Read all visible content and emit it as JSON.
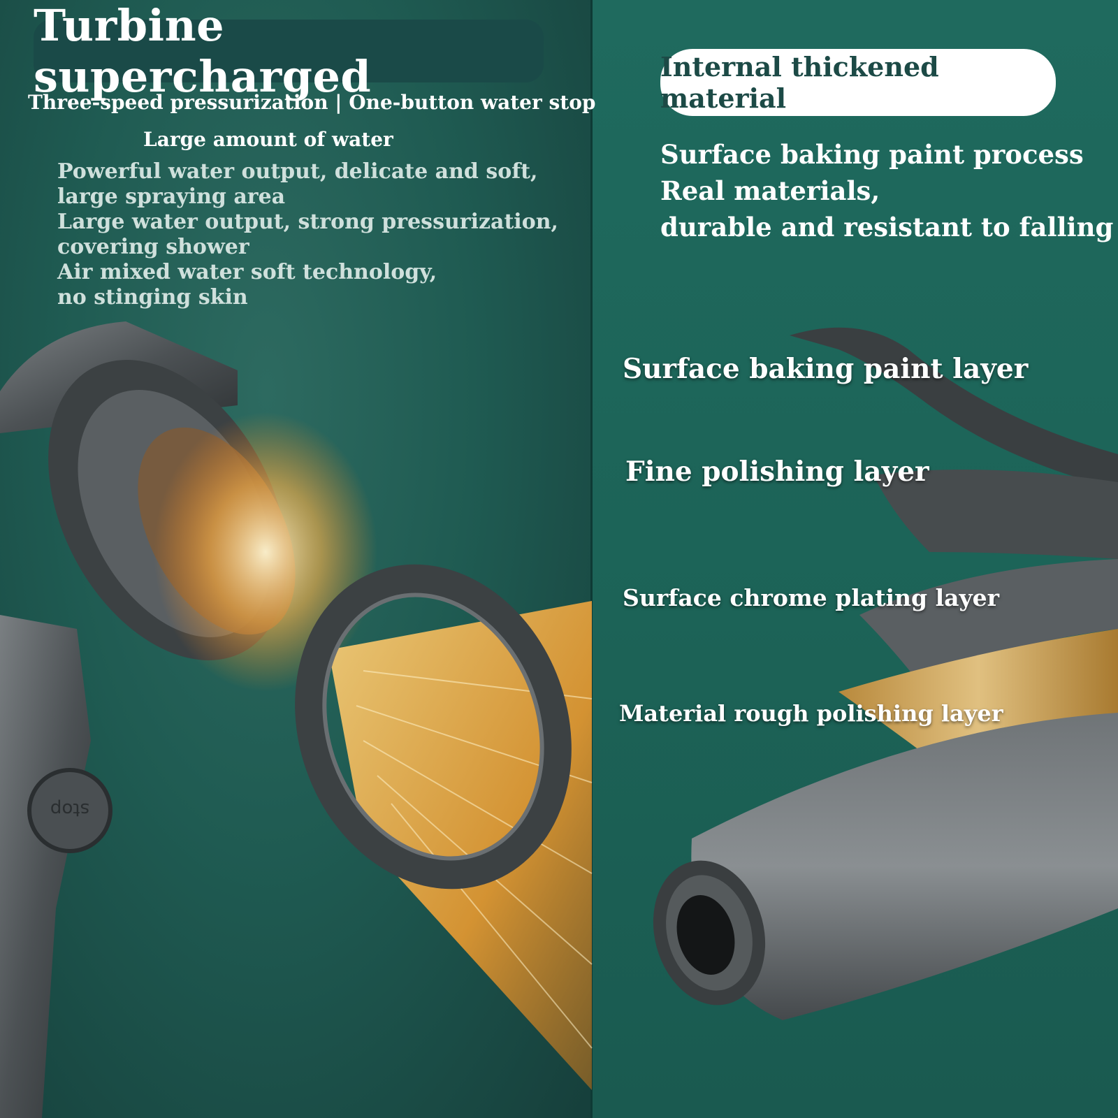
{
  "left": {
    "title": "Turbine supercharged",
    "subtitle": "Three-speed pressurization | One-button water stop",
    "subtitle2": "Large amount of water",
    "features": [
      "Powerful water output, delicate and soft,",
      "large spraying area",
      "Large water output, strong pressurization,",
      "covering shower",
      "Air mixed water soft technology,",
      "no stinging skin"
    ],
    "button_text": "stop"
  },
  "right": {
    "pill": "Internal thickened material",
    "desc": [
      "Surface baking paint process",
      "Real materials,",
      "durable and resistant to falling"
    ],
    "layers": [
      "Surface baking paint layer",
      "Fine polishing layer",
      "Surface chrome plating layer",
      "Material rough polishing layer"
    ]
  },
  "colors": {
    "background": "#1c5a50",
    "title_pill": "#1a4a48",
    "gold_layer": "#c9a050",
    "metal": "#5a5f62"
  }
}
